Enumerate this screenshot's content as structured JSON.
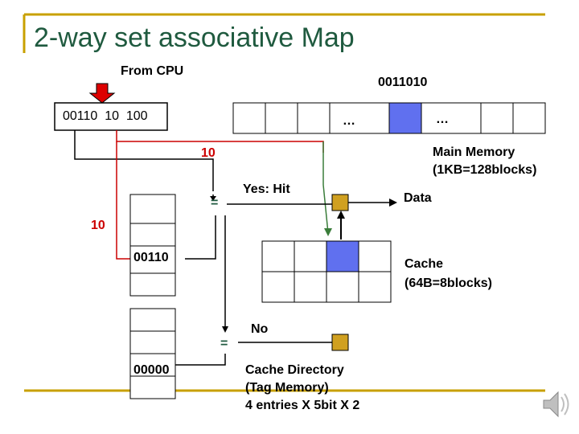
{
  "title": "2-way set associative Map",
  "labels": {
    "from_cpu": "From CPU",
    "address": "00110  10  100",
    "mm_block_addr": "0011010",
    "ellipsis_left": "…",
    "ellipsis_right": "…",
    "set_index_top": "10",
    "set_index_left": "10",
    "main_memory_line1": "Main Memory",
    "main_memory_line2": "(1KB=128blocks)",
    "yes_hit": "Yes: Hit",
    "data": "Data",
    "eq_top": "=",
    "eq_bottom": "=",
    "tag_00110": "00110",
    "tag_00000": "00000",
    "cache_line1": "Cache",
    "cache_line2": "(64B=8blocks)",
    "no": "No",
    "cache_dir_line1": "Cache Directory",
    "cache_dir_line2": "(Tag Memory)",
    "cache_dir_line3": "4 entries X 5bit X 2"
  },
  "colors": {
    "title": "#1f5a3f",
    "frame": "#c8a000",
    "highlight_block": "#6070ef",
    "gold_box": "#d0a020",
    "red_line": "#cc0000",
    "green_line": "#3a7d3a"
  },
  "icons": {
    "speaker": "speaker-icon"
  }
}
